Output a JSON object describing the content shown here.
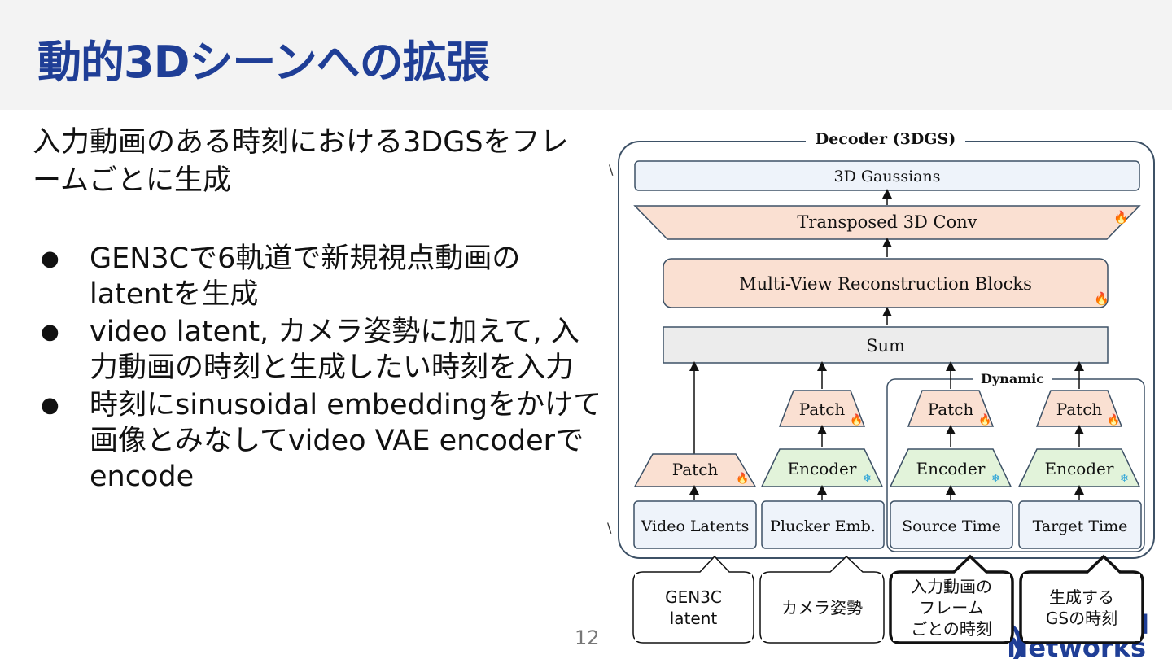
{
  "slide": {
    "title": "動的3Dシーンへの拡張",
    "intro": "入力動画のある時刻における3DGSをフレームごとに生成",
    "bullets": [
      "GEN3Cで6軌道で新規視点動画のlatentを生成",
      "video latent, カメラ姿勢に加えて, 入力動画の時刻と生成したい時刻を入力",
      "時刻にsinusoidal embeddingをかけて画像とみなしてvideo VAE encoderでencode"
    ],
    "bullet_symbol": "●",
    "page_number": "12",
    "logo_text": [
      "d",
      "Networks"
    ]
  },
  "diagram": {
    "decoder_label": "Decoder (3DGS)",
    "gaussians": "3D Gaussians",
    "transposed_conv": "Transposed 3D Conv",
    "mv_blocks": "Multi-View Reconstruction Blocks",
    "sum": "Sum",
    "dynamic_label": "Dynamic",
    "patch": "Patch",
    "encoder": "Encoder",
    "inputs": [
      "Video Latents",
      "Plucker Emb.",
      "Source Time",
      "Target Time"
    ],
    "fire_icon": "🔥",
    "snow_icon": "❄",
    "colors": {
      "orange_fill": "#fae0d2",
      "green_fill": "#e2f3da",
      "blue_fill": "#eef3fa",
      "gray_fill": "#ececec",
      "frame": "#3d5166",
      "fire": "#e8401c",
      "snow": "#2aa2d8"
    }
  },
  "callouts": [
    {
      "text": "GEN3C\nlatent"
    },
    {
      "text": "カメラ姿勢"
    },
    {
      "text": "入力動画の\nフレーム\nごとの時刻"
    },
    {
      "text": "生成する\nGSの時刻"
    }
  ]
}
